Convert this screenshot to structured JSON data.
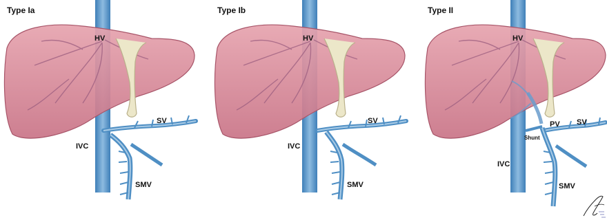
{
  "panels": [
    {
      "title": "Type Ia",
      "labels": {
        "hv": "HV",
        "sv": "SV",
        "ivc": "IVC",
        "smv": "SMV"
      }
    },
    {
      "title": "Type Ib",
      "labels": {
        "hv": "HV",
        "sv": "SV",
        "ivc": "IVC",
        "smv": "SMV"
      }
    },
    {
      "title": "Type II",
      "labels": {
        "hv": "HV",
        "pv": "PV",
        "sv": "SV",
        "shunt": "Shunt",
        "ivc": "IVC",
        "smv": "SMV"
      }
    }
  ],
  "colors": {
    "liver": "#d98a98",
    "liver_dark": "#b45f73",
    "vein_blue": "#4f8fc4",
    "vein_light": "#a9cbe6",
    "ligament": "#e8e3c4"
  }
}
